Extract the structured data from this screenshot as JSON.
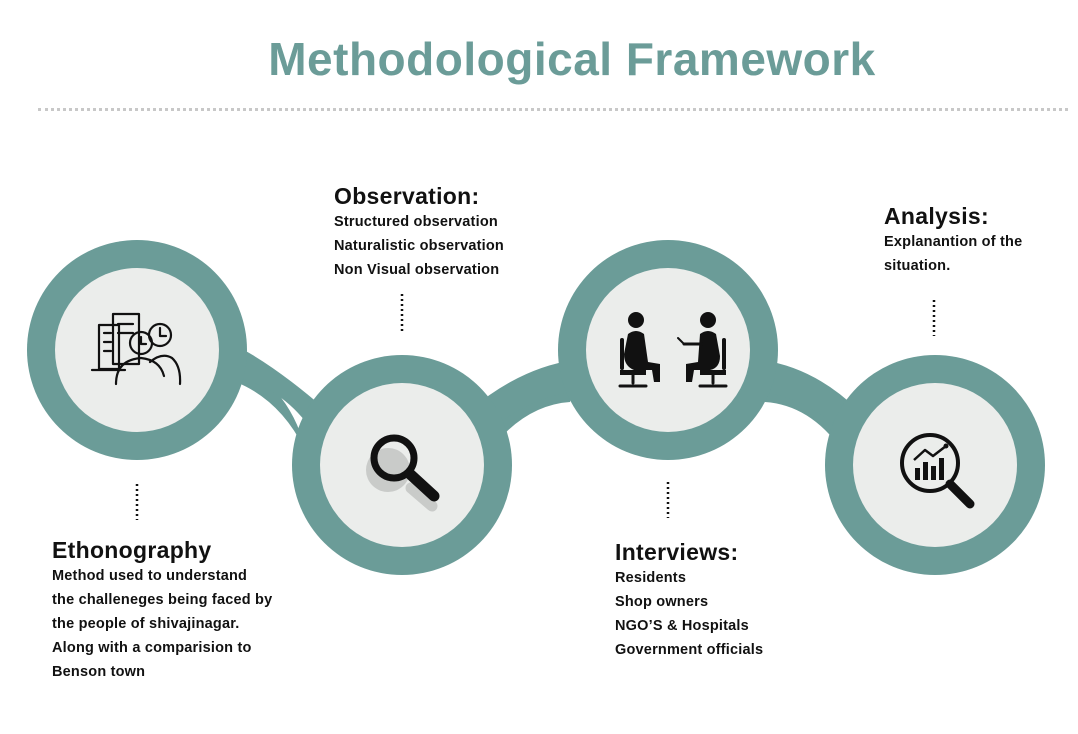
{
  "title": "Methodological Framework",
  "colors": {
    "teal": "#6b9c98",
    "circle_fill": "#ebedeb",
    "ink": "#111111",
    "rule": "#c8c8c8"
  },
  "steps": [
    {
      "heading": "Ethonography",
      "icon": "city-people-clock-icon",
      "lines": [
        "Method used to understand",
        "the challeneges being faced by",
        "the people of shivajinagar.",
        "Along with a comparision to",
        "Benson town"
      ]
    },
    {
      "heading": "Observation:",
      "icon": "magnifier-icon",
      "lines": [
        "Structured observation",
        "Naturalistic observation",
        "Non Visual  observation"
      ]
    },
    {
      "heading": "Interviews:",
      "icon": "interview-icon",
      "lines": [
        "Residents",
        "Shop owners",
        "NGO’S & Hospitals",
        "Government officials"
      ]
    },
    {
      "heading": "Analysis:",
      "icon": "chart-magnifier-icon",
      "lines": [
        "Explanantion of the",
        "situation."
      ]
    }
  ]
}
